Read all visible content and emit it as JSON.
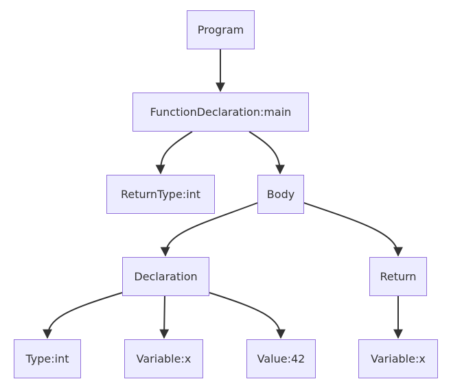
{
  "diagram": {
    "type": "flowchart-tree",
    "colors": {
      "node_fill": "#ECECFF",
      "node_border": "#9370DB",
      "text": "#333333",
      "edge": "#333333",
      "background": "#FFFFFF"
    },
    "nodes": {
      "program": "Program",
      "function_declaration": "FunctionDeclaration:main",
      "return_type": "ReturnType:int",
      "body": "Body",
      "declaration": "Declaration",
      "return": "Return",
      "type_int": "Type:int",
      "variable_x_decl": "Variable:x",
      "value_42": "Value:42",
      "variable_x_return": "Variable:x"
    },
    "edges": [
      {
        "from": "program",
        "to": "function_declaration"
      },
      {
        "from": "function_declaration",
        "to": "return_type"
      },
      {
        "from": "function_declaration",
        "to": "body"
      },
      {
        "from": "body",
        "to": "declaration"
      },
      {
        "from": "body",
        "to": "return"
      },
      {
        "from": "declaration",
        "to": "type_int"
      },
      {
        "from": "declaration",
        "to": "variable_x_decl"
      },
      {
        "from": "declaration",
        "to": "value_42"
      },
      {
        "from": "return",
        "to": "variable_x_return"
      }
    ]
  }
}
